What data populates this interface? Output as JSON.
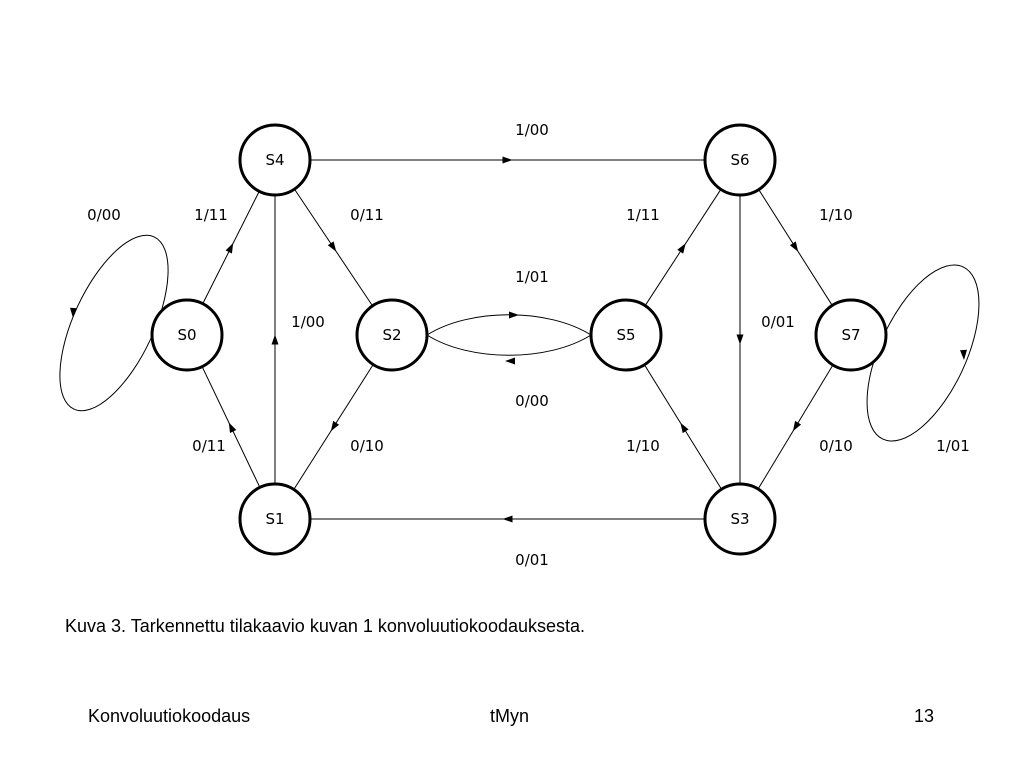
{
  "nodes": [
    {
      "id": "S0",
      "label": "S0"
    },
    {
      "id": "S1",
      "label": "S1"
    },
    {
      "id": "S2",
      "label": "S2"
    },
    {
      "id": "S3",
      "label": "S3"
    },
    {
      "id": "S4",
      "label": "S4"
    },
    {
      "id": "S5",
      "label": "S5"
    },
    {
      "id": "S6",
      "label": "S6"
    },
    {
      "id": "S7",
      "label": "S7"
    }
  ],
  "edges": [
    {
      "id": "s0-s0",
      "from": "S0",
      "to": "S0",
      "label": "0/00"
    },
    {
      "id": "s0-s4",
      "from": "S0",
      "to": "S4",
      "label": "1/11"
    },
    {
      "id": "s4-s2",
      "from": "S4",
      "to": "S2",
      "label": "0/11"
    },
    {
      "id": "s1-s4",
      "from": "S1",
      "to": "S4",
      "label": "1/00"
    },
    {
      "id": "s4-s6",
      "from": "S4",
      "to": "S6",
      "label": "1/00"
    },
    {
      "id": "s1-s0",
      "from": "S1",
      "to": "S0",
      "label": "0/11"
    },
    {
      "id": "s2-s1",
      "from": "S2",
      "to": "S1",
      "label": "0/10"
    },
    {
      "id": "s2-s5",
      "from": "S2",
      "to": "S5",
      "label": "1/01"
    },
    {
      "id": "s5-s2",
      "from": "S5",
      "to": "S2",
      "label": "0/00"
    },
    {
      "id": "s5-s6",
      "from": "S5",
      "to": "S6",
      "label": "1/11"
    },
    {
      "id": "s6-s7",
      "from": "S6",
      "to": "S7",
      "label": "1/10"
    },
    {
      "id": "s6-s3",
      "from": "S6",
      "to": "S3",
      "label": "0/01"
    },
    {
      "id": "s3-s5",
      "from": "S3",
      "to": "S5",
      "label": "1/10"
    },
    {
      "id": "s7-s3",
      "from": "S7",
      "to": "S3",
      "label": "0/10"
    },
    {
      "id": "s7-s7",
      "from": "S7",
      "to": "S7",
      "label": "1/01"
    },
    {
      "id": "s3-s1",
      "from": "S3",
      "to": "S1",
      "label": "0/01"
    }
  ],
  "caption": "Kuva 3. Tarkennettu tilakaavio kuvan 1 konvoluutiokoodauksesta.",
  "footer": {
    "left": "Konvoluutiokoodaus",
    "center": "tMyn",
    "page_number": "13"
  }
}
